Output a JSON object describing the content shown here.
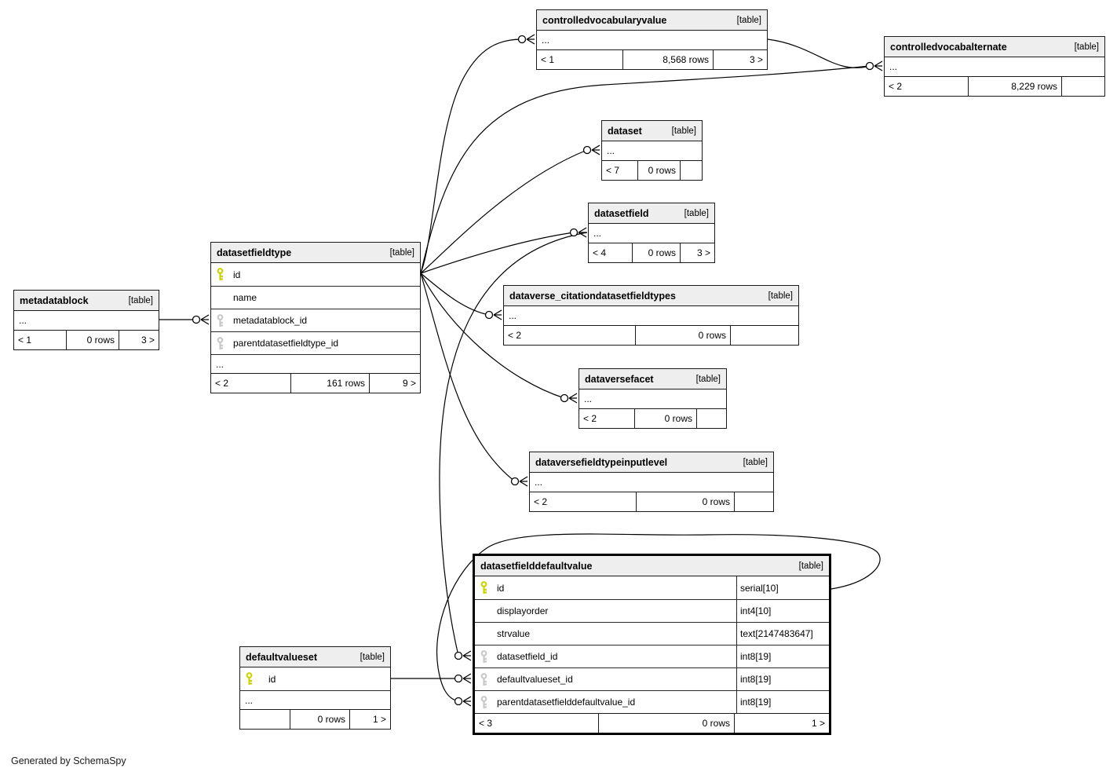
{
  "note": "Generated by SchemaSpy",
  "colors": {
    "pk_key": "#ccd400",
    "fk_key": "#c9c9c9",
    "header_bg": "#eeeeee",
    "line": "#000000"
  },
  "tables": {
    "controlledvocabularyvalue": {
      "title": "controlledvocabularyvalue",
      "tag": "[table]",
      "ellipsis": "...",
      "footer": [
        "< 1",
        "8,568 rows",
        "3 >"
      ]
    },
    "controlledvocabalternate": {
      "title": "controlledvocabalternate",
      "tag": "[table]",
      "ellipsis": "...",
      "footer": [
        "< 2",
        "8,229 rows",
        ""
      ]
    },
    "dataset": {
      "title": "dataset",
      "tag": "[table]",
      "ellipsis": "...",
      "footer": [
        "< 7",
        "0 rows",
        ""
      ]
    },
    "datasetfield": {
      "title": "datasetfield",
      "tag": "[table]",
      "ellipsis": "...",
      "footer": [
        "< 4",
        "0 rows",
        "3 >"
      ]
    },
    "dataverse_citationdatasetfieldtypes": {
      "title": "dataverse_citationdatasetfieldtypes",
      "tag": "[table]",
      "ellipsis": "...",
      "footer": [
        "< 2",
        "0 rows",
        ""
      ]
    },
    "dataversefacet": {
      "title": "dataversefacet",
      "tag": "[table]",
      "ellipsis": "...",
      "footer": [
        "< 2",
        "0 rows",
        ""
      ]
    },
    "dataversefieldtypeinputlevel": {
      "title": "dataversefieldtypeinputlevel",
      "tag": "[table]",
      "ellipsis": "...",
      "footer": [
        "< 2",
        "0 rows",
        ""
      ]
    },
    "datasetfieldtype": {
      "title": "datasetfieldtype",
      "tag": "[table]",
      "ellipsis": "...",
      "columns": [
        {
          "label": "id",
          "key": "pk"
        },
        {
          "label": "name",
          "key": ""
        },
        {
          "label": "metadatablock_id",
          "key": "fk"
        },
        {
          "label": "parentdatasetfieldtype_id",
          "key": "fk"
        }
      ],
      "footer": [
        "< 2",
        "161 rows",
        "9 >"
      ]
    },
    "metadatablock": {
      "title": "metadatablock",
      "tag": "[table]",
      "ellipsis": "...",
      "footer": [
        "< 1",
        "0 rows",
        "3 >"
      ]
    },
    "datasetfielddefaultvalue": {
      "title": "datasetfielddefaultvalue",
      "tag": "[table]",
      "columns": [
        {
          "label": "id",
          "type": "serial[10]",
          "key": "pk"
        },
        {
          "label": "displayorder",
          "type": "int4[10]",
          "key": ""
        },
        {
          "label": "strvalue",
          "type": "text[2147483647]",
          "key": ""
        },
        {
          "label": "datasetfield_id",
          "type": "int8[19]",
          "key": "fk"
        },
        {
          "label": "defaultvalueset_id",
          "type": "int8[19]",
          "key": "fk"
        },
        {
          "label": "parentdatasetfielddefaultvalue_id",
          "type": "int8[19]",
          "key": "fk"
        }
      ],
      "footer": [
        "< 3",
        "0 rows",
        "1 >"
      ]
    },
    "defaultvalueset": {
      "title": "defaultvalueset",
      "tag": "[table]",
      "ellipsis": "...",
      "columns": [
        {
          "label": "id",
          "key": "pk"
        }
      ],
      "footer": [
        "",
        "0 rows",
        "1 >"
      ]
    }
  },
  "relationships": [
    {
      "from": "metadatablock",
      "to": "datasetfieldtype.metadatablock_id"
    },
    {
      "from": "datasetfieldtype.id",
      "to": "controlledvocabularyvalue"
    },
    {
      "from": "datasetfieldtype.id",
      "to": "controlledvocabalternate"
    },
    {
      "from": "datasetfieldtype.id",
      "to": "dataset"
    },
    {
      "from": "datasetfieldtype.id",
      "to": "datasetfield"
    },
    {
      "from": "datasetfieldtype.id",
      "to": "dataverse_citationdatasetfieldtypes"
    },
    {
      "from": "datasetfieldtype.id",
      "to": "dataversefacet"
    },
    {
      "from": "datasetfieldtype.id",
      "to": "dataversefieldtypeinputlevel"
    },
    {
      "from": "controlledvocabularyvalue",
      "to": "controlledvocabalternate"
    },
    {
      "from": "datasetfield",
      "to": "datasetfielddefaultvalue.datasetfield_id"
    },
    {
      "from": "defaultvalueset.id",
      "to": "datasetfielddefaultvalue.defaultvalueset_id"
    },
    {
      "from": "datasetfielddefaultvalue.id",
      "to": "datasetfielddefaultvalue.parentdatasetfielddefaultvalue_id"
    }
  ]
}
